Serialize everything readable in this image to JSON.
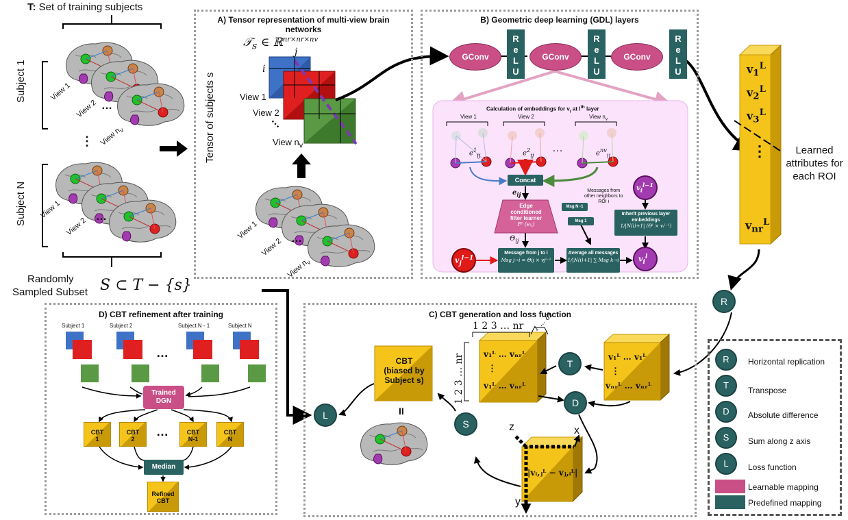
{
  "left": {
    "title_bold": "T:",
    "title_rest": " Set of training subjects",
    "subject1": "Subject 1",
    "subjectN": "Subject N",
    "views": [
      "View 1",
      "View 2",
      "View n"
    ],
    "view_sub": "v",
    "dots": "…",
    "vdots": "⋮",
    "random_line1": "Randomly",
    "random_line2": "Sampled Subset",
    "random_math": "S ⊂ T − {s}"
  },
  "panel_a": {
    "title_line1": "A) Tensor representation of multi-view brain",
    "title_line2": "networks",
    "tensor_math": "𝒯",
    "tensor_sub": "s",
    "tensor_in": " ∈ ℝ",
    "tensor_sup": "nr×nr×nv",
    "tensor_label": "Tensor of subjects s",
    "i_label": "i",
    "j_label": "j",
    "views": [
      "View 1",
      "View 2",
      "View n"
    ],
    "view_sub": "v"
  },
  "panel_b": {
    "title": "B) Geometric deep learning  (GDL) layers",
    "gconv": "GConv",
    "relu": [
      "R",
      "e",
      "L",
      "U"
    ],
    "calc_title": "Calculation of embeddings for v",
    "calc_title_sub": "i",
    "calc_title_rest": " at l",
    "calc_title_sup": "th",
    "calc_title_end": " layer",
    "view_labels": [
      "View 1",
      "View 2",
      "View n"
    ],
    "view_sub": "v",
    "edge_labels": [
      "e",
      "e",
      "e"
    ],
    "edge_sups": [
      "1",
      "2",
      "nv"
    ],
    "edge_sub": "ij",
    "concat": "Concat",
    "eij": "e",
    "eij_sub": "ij",
    "ecfl_line1": "Edge",
    "ecfl_line2": "conditioned",
    "ecfl_line3": "filter learner",
    "ecfl_math": "Fˡ (eᵢⱼ)",
    "theta": "Θ",
    "theta_sub": "ij",
    "msgs_note_line1": "Messages from",
    "msgs_note_line2": "other neighbors to",
    "msgs_note_line3": "ROI i",
    "msgN1": "Msg N -1",
    "msg1": "Msg 1",
    "inherit_line1": "Inherit previous layer",
    "inherit_line2": "embeddings",
    "inherit_math": "1/|N(i)+1| (Θˡ × vᵢˡ⁻¹)",
    "msg_from_title": "Message from j to i",
    "msg_from_math": "Msg j→i = Θij × vjˡ⁻¹",
    "avg_title": "Average all messages",
    "avg_math": "1/|N(i)+1| ∑ Msg k→i",
    "vj": "v",
    "vj_sub": "j",
    "vj_sup": "l−1",
    "vi": "v",
    "vi_sub": "i",
    "vi_sup": "l",
    "vi_prev_sup": "l−1"
  },
  "learned": {
    "line1": "Learned",
    "line2": "attributes for",
    "line3": "each ROI",
    "v_label": "v",
    "v_subs": [
      "1",
      "2",
      "3"
    ],
    "v_last_sub": "nr",
    "v_sup": "L",
    "vdots": "⋮"
  },
  "panel_c": {
    "title": "C) CBT generation and loss function",
    "cbt_line1": "CBT",
    "cbt_line2": "(biased by",
    "cbt_line3": "Subject s)",
    "top_index": "1 2 3 … nr",
    "side_index": "1 2 3 … nr",
    "depth_index": "1 … dL",
    "mat_row1": "v₁ᴸ … vₙᵣᴸ",
    "mat_row2": "v₁ᴸ … vₙᵣᴸ",
    "mat2_row1": "v₁ᴸ … v₁ᴸ",
    "mat2_row2": "vₙᵣᴸ … vₙᵣᴸ",
    "vdots": "⋮",
    "abs_math": "|vᵢ,ⱼᴸ − vⱼ,ᵢᴸ|",
    "axis_x": "x",
    "axis_y": "y",
    "axis_z": "z",
    "equals": "II"
  },
  "panel_d": {
    "title": "D) CBT refinement after training",
    "subjects": [
      "Subject 1",
      "Subject 2",
      "Subject N - 1",
      "Subject N"
    ],
    "dots": "…",
    "trained_line1": "Trained",
    "trained_line2": "DGN",
    "cbts": [
      {
        "l1": "CBT",
        "l2": "1"
      },
      {
        "l1": "CBT",
        "l2": "2"
      },
      {
        "l1": "CBT",
        "l2": "N-1"
      },
      {
        "l1": "CBT",
        "l2": "N"
      }
    ],
    "median": "Median",
    "refined_line1": "Refined",
    "refined_line2": "CBT"
  },
  "nodes": {
    "R": "R",
    "T": "T",
    "D": "D",
    "S": "S",
    "L": "L"
  },
  "legend": {
    "items": [
      {
        "sym": "R",
        "text": "Horizontal replication"
      },
      {
        "sym": "T",
        "text": "Transpose"
      },
      {
        "sym": "D",
        "text": "Absolute difference"
      },
      {
        "sym": "S",
        "text": "Sum along z axis"
      },
      {
        "sym": "L",
        "text": "Loss function"
      }
    ],
    "learnable": "Learnable mapping",
    "predefined": "Predefined mapping"
  },
  "colors": {
    "teal": "#2a6262",
    "magenta": "#c94f86",
    "gold": "#f4c41b",
    "pinkbg": "#fbe3fb",
    "blue": "#3b6fc4",
    "red": "#e01919",
    "green": "#4c8b3a"
  }
}
